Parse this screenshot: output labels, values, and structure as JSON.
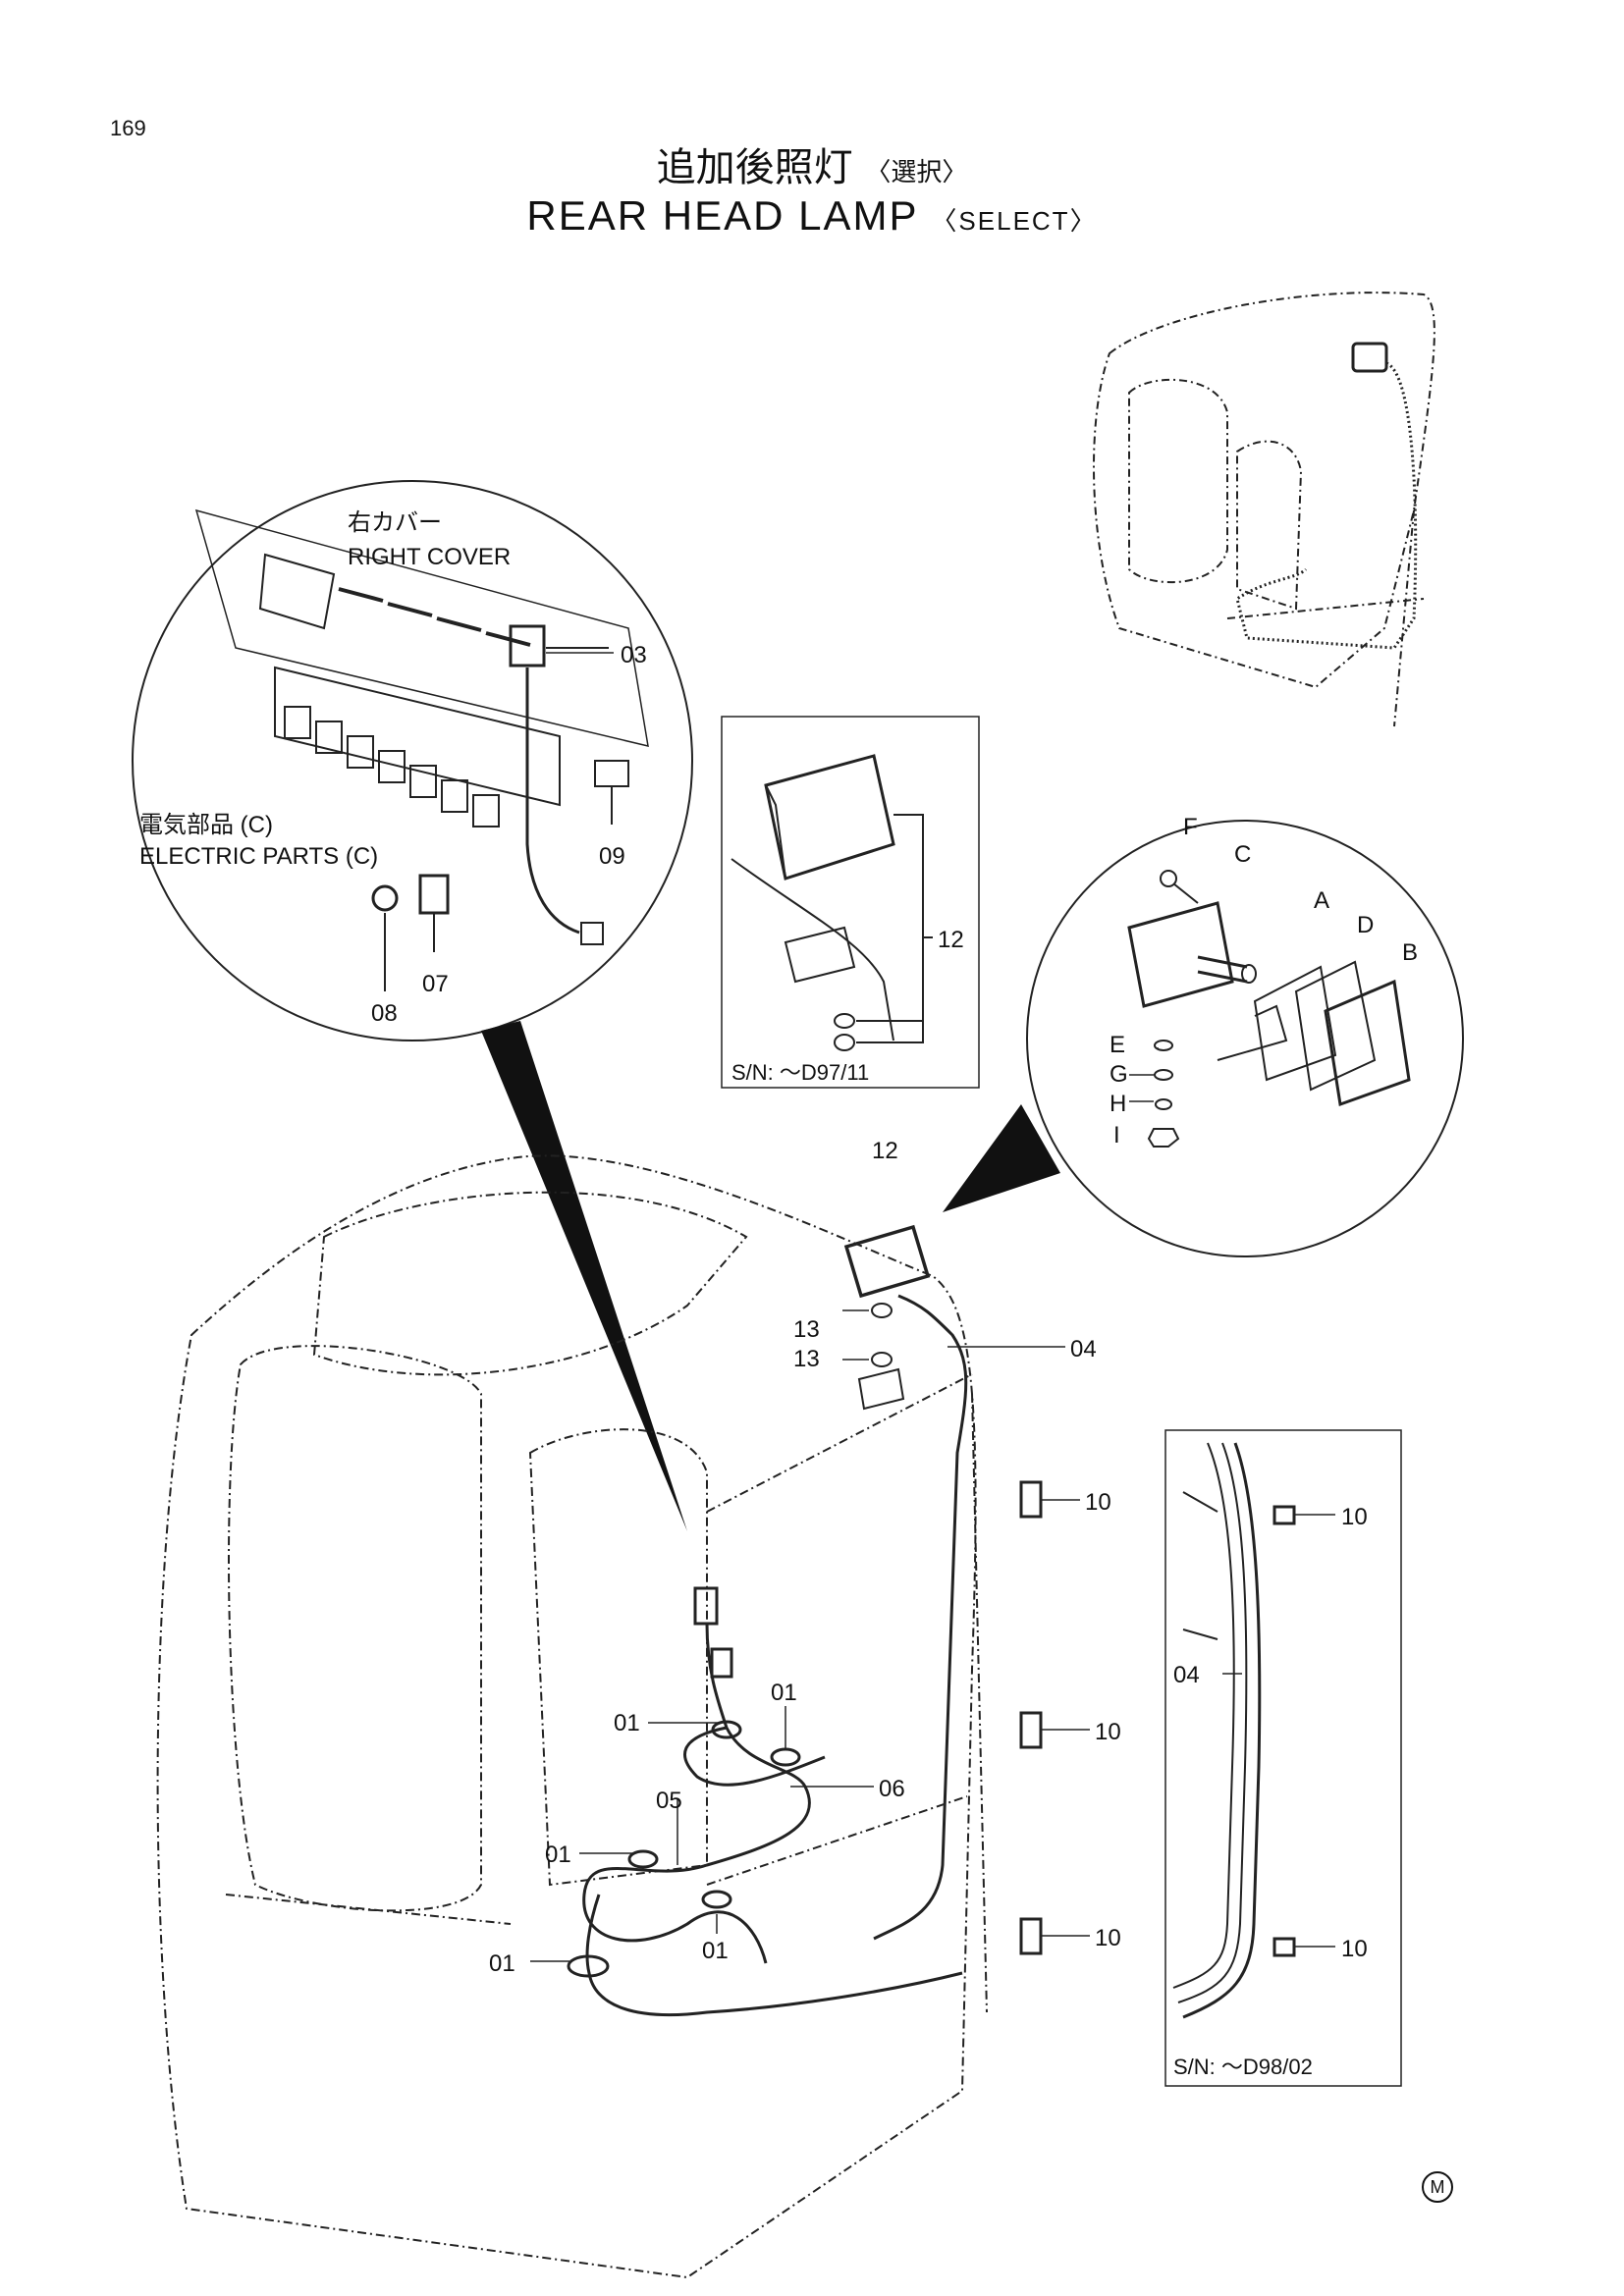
{
  "page_number": "169",
  "title_jp": "追加後照灯",
  "title_jp_select": "〈選択〉",
  "title_en": "REAR HEAD LAMP",
  "title_en_select": "〈SELECT〉",
  "detail_right_cover": {
    "label_jp": "右カバー",
    "label_en": "RIGHT COVER"
  },
  "detail_electric_parts": {
    "label_jp": "電気部品 (C)",
    "label_en": "ELECTRIC PARTS (C)"
  },
  "serial_note_lamp": "S/N: ～D97/11",
  "serial_note_harness": "S/N: ～D98/02",
  "lamp_parts": [
    "A",
    "B",
    "C",
    "D",
    "E",
    "F",
    "G",
    "H",
    "I"
  ],
  "callouts": {
    "c01": "01",
    "c03": "03",
    "c04": "04",
    "c05": "05",
    "c06": "06",
    "c07": "07",
    "c08": "08",
    "c09": "09",
    "c10": "10",
    "c12": "12",
    "c13": "13"
  },
  "manufacturer_mark": "M"
}
